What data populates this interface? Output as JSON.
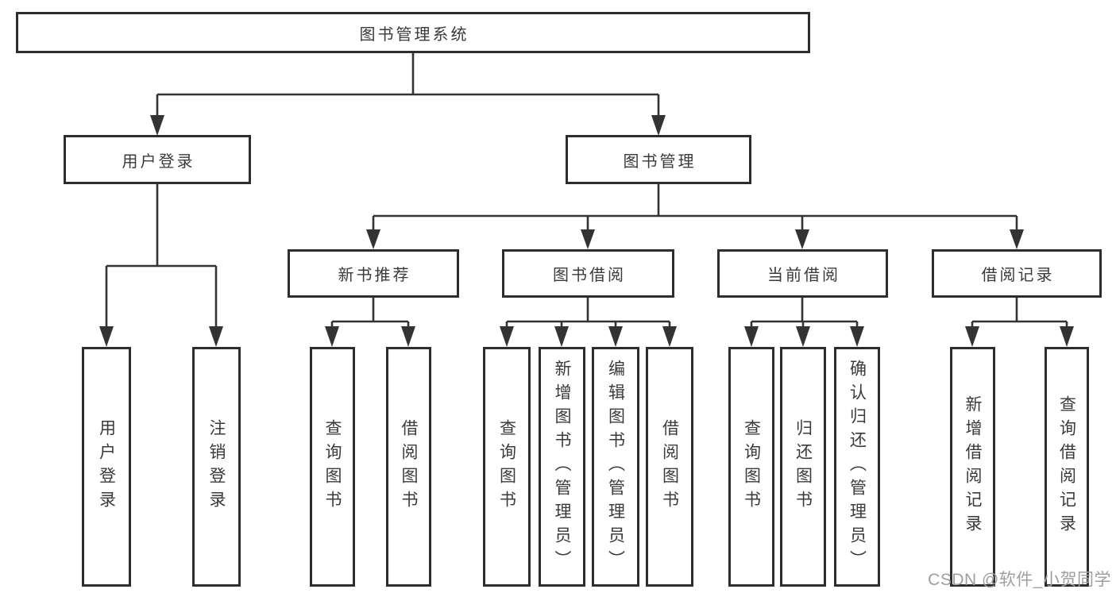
{
  "diagram": {
    "root": {
      "label": "图书管理系统"
    },
    "children": [
      {
        "label": "用户登录",
        "children": [
          {
            "label": "用户登录"
          },
          {
            "label": "注销登录"
          }
        ]
      },
      {
        "label": "图书管理",
        "children": [
          {
            "label": "新书推荐",
            "children": [
              {
                "label": "查询图书"
              },
              {
                "label": "借阅图书"
              }
            ]
          },
          {
            "label": "图书借阅",
            "children": [
              {
                "label": "查询图书"
              },
              {
                "label": "新增图书（管理员）"
              },
              {
                "label": "编辑图书（管理员）"
              },
              {
                "label": "借阅图书"
              }
            ]
          },
          {
            "label": "当前借阅",
            "children": [
              {
                "label": "查询图书"
              },
              {
                "label": "归还图书"
              },
              {
                "label": "确认归还（管理员）"
              }
            ]
          },
          {
            "label": "借阅记录",
            "children": [
              {
                "label": "新增借阅记录"
              },
              {
                "label": "查询借阅记录"
              }
            ]
          }
        ]
      }
    ]
  },
  "watermark": {
    "text": "CSDN @软件_小贺同学",
    "color": "#9e9e9e"
  },
  "colors": {
    "box_border": "#2d2d2d",
    "connector": "#333333",
    "text": "#3a3a3a",
    "background": "#ffffff"
  }
}
